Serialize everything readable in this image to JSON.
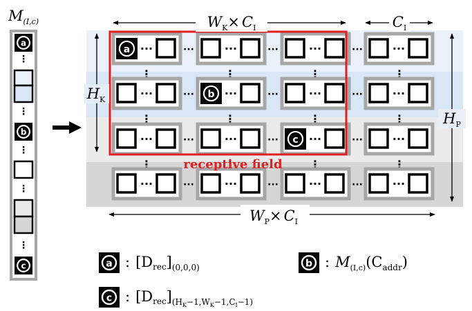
{
  "labels": {
    "column_title_main": "M",
    "column_title_sub": "(I,c)",
    "wk_main": "W",
    "wk_sub": "K",
    "wk_times": "×",
    "wk_c": "C",
    "wk_c_sub": "I",
    "ci_main": "C",
    "ci_sub": "I",
    "hk_main": "H",
    "hk_sub": "K",
    "hp_main": "H",
    "hp_sub": "P",
    "wp_main": "W",
    "wp_sub": "P",
    "wp_times": "×",
    "wp_c": "C",
    "wp_c_sub": "I",
    "receptive_field": "receptive field",
    "dots_h": "···",
    "dots_v": "⋮"
  },
  "badges": {
    "a": "a",
    "b": "b",
    "c": "c"
  },
  "legend": {
    "colon": ":",
    "a_text": "[D",
    "a_sub_rec": "rec",
    "a_close": "]",
    "a_index": "(0,0,0)",
    "b_text": "M",
    "b_sub": "(I,c)",
    "b_paren_open": "(C",
    "b_addr": "addr",
    "b_paren_close": ")",
    "c_text": "[D",
    "c_sub_rec": "rec",
    "c_close": "]",
    "c_index_open": "(H",
    "c_index_hk": "K",
    "c_index_m1": "−1,W",
    "c_index_wk": "K",
    "c_index_m2": "−1,C",
    "c_index_ci": "I",
    "c_index_end": "−1)"
  },
  "colors": {
    "receptive_field": "#e02020",
    "band_blue_light": "#eaf1fa",
    "band_blue": "#d9e6f5",
    "band_gray_light": "#ebebeb",
    "band_gray": "#d6d6d6",
    "group_border": "#a6a6a6"
  }
}
